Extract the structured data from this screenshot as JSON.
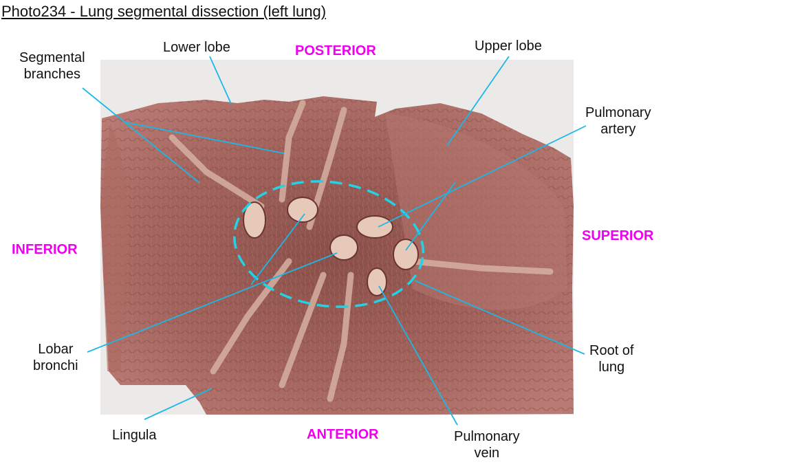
{
  "title": "Photo234 - Lung segmental dissection (left lung)",
  "labels": {
    "segmental_branches": "Segmental\nbranches",
    "lower_lobe": "Lower lobe",
    "upper_lobe": "Upper lobe",
    "pulmonary_artery": "Pulmonary\nartery",
    "lobar_bronchi": "Lobar\nbronchi",
    "root_of_lung": "Root of\nlung",
    "lingula": "Lingula",
    "pulmonary_vein": "Pulmonary\nvein"
  },
  "directions": {
    "posterior": "POSTERIOR",
    "anterior": "ANTERIOR",
    "inferior": "INFERIOR",
    "superior": "SUPERIOR"
  },
  "colors": {
    "direction_text": "#ee00ee",
    "leader_line": "#1ab8e8",
    "dashed_outline": "#22d3e6",
    "tissue": "#a2635d"
  }
}
